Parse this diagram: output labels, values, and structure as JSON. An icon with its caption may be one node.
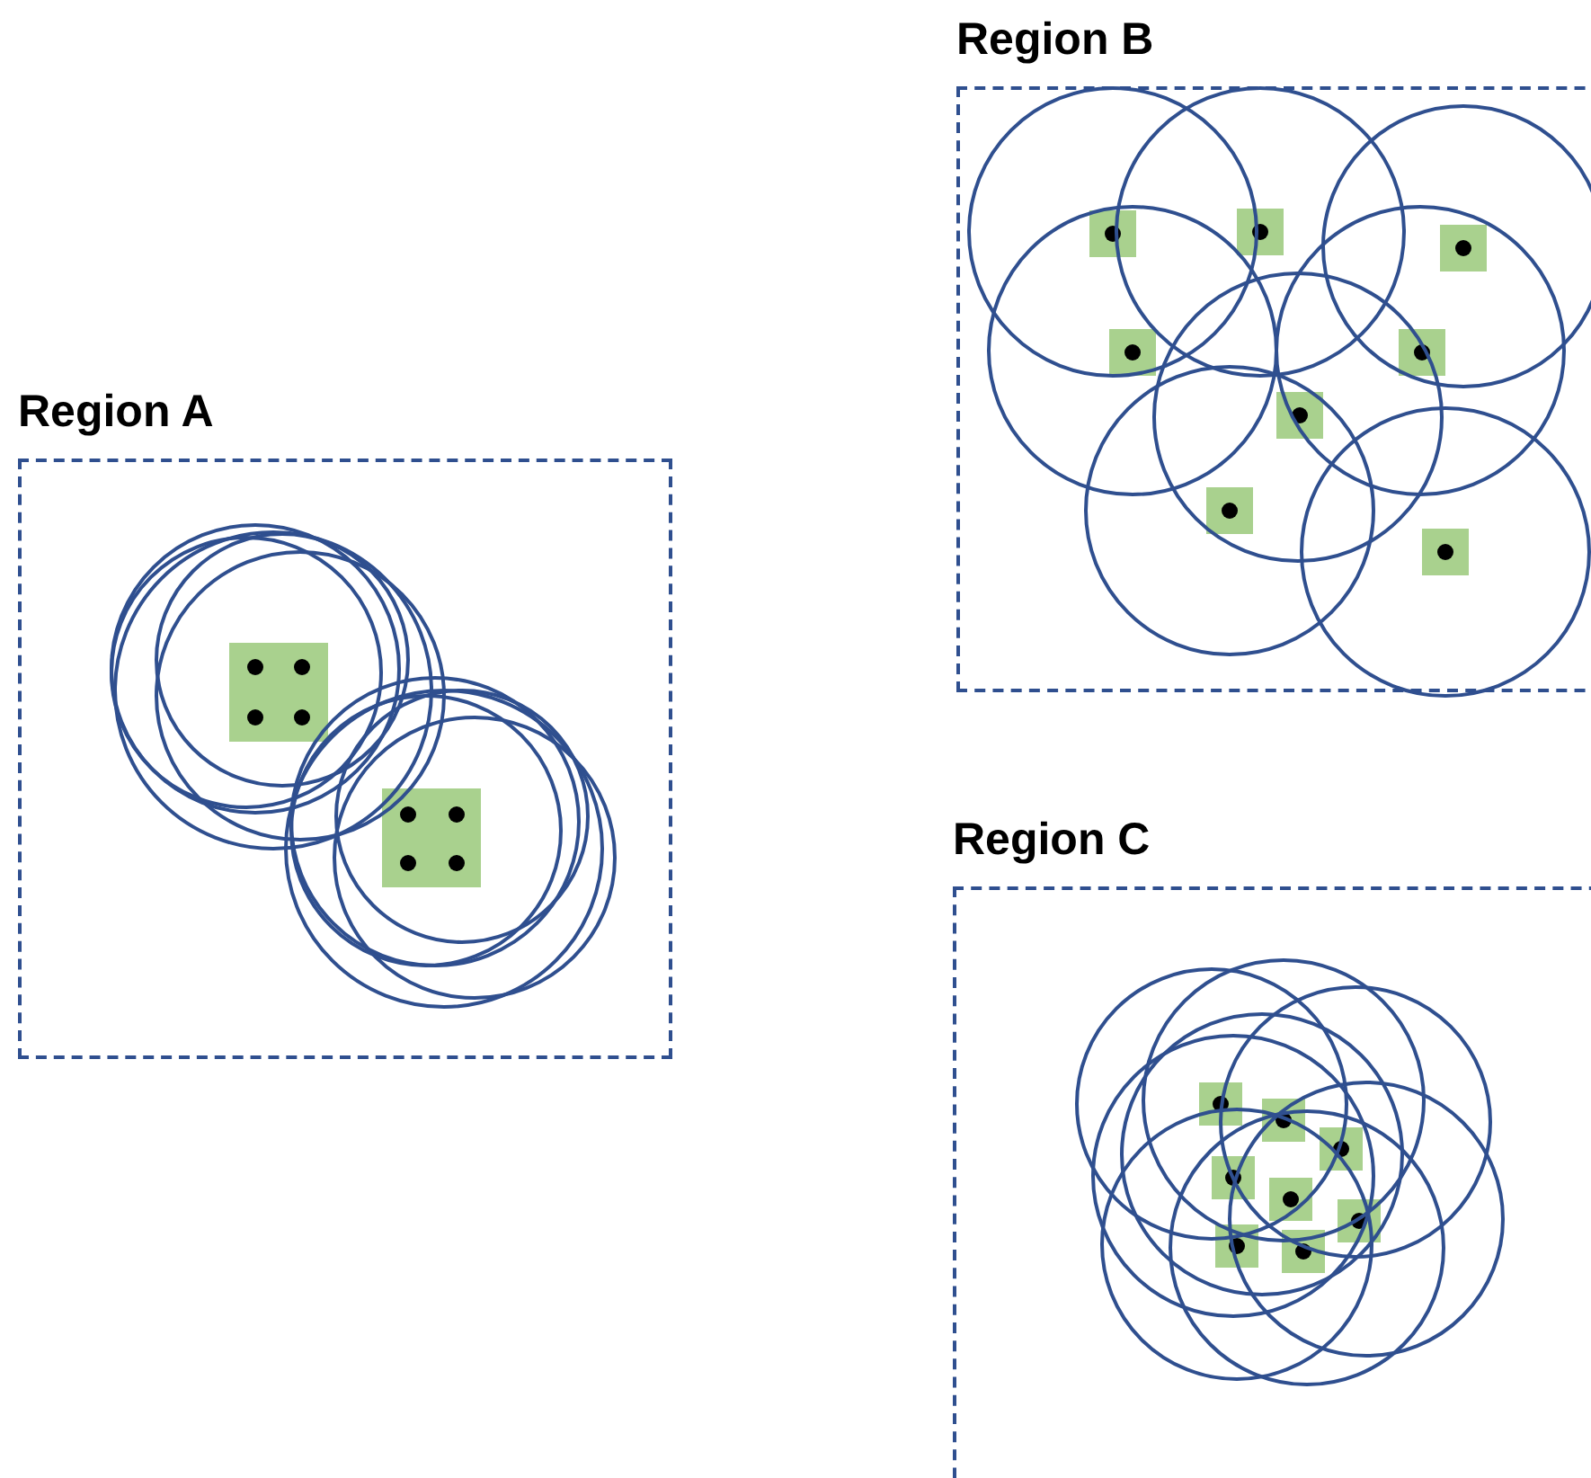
{
  "diagram": {
    "nodes": [
      {
        "text": [
          "Region A"
        ]
      },
      {
        "text": [
          "Region B"
        ]
      },
      {
        "text": [
          "Region C"
        ]
      }
    ]
  }
}
